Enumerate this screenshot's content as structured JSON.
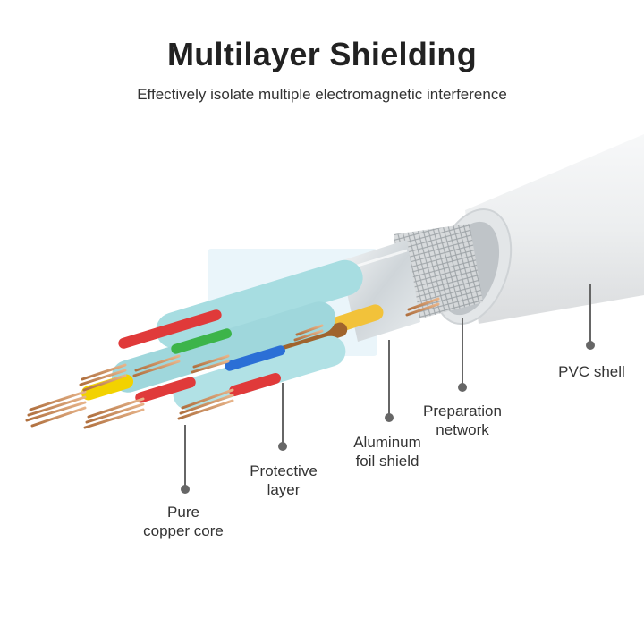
{
  "header": {
    "title": "Multilayer Shielding",
    "subtitle": "Effectively isolate multiple electromagnetic interference"
  },
  "callouts": {
    "pvc_shell": "PVC shell",
    "preparation_network": [
      "Preparation",
      "network"
    ],
    "aluminum_foil_shield": [
      "Aluminum",
      "foil shield"
    ],
    "protective_layer": [
      "Protective",
      "layer"
    ],
    "pure_copper_core": [
      "Pure",
      "copper core"
    ]
  },
  "colors": {
    "accent_dot": "#666666",
    "pvc": "#e9ebec",
    "foil": "#d8dde0",
    "protective": "#a7dde1",
    "copper": "#c9895a",
    "wire_red": "#e03a3a",
    "wire_yellow": "#f2d200",
    "wire_blue": "#2b6fd6",
    "wire_green": "#3cb44a",
    "wire_brown": "#a0642d",
    "wire_orange": "#f08a1c"
  }
}
